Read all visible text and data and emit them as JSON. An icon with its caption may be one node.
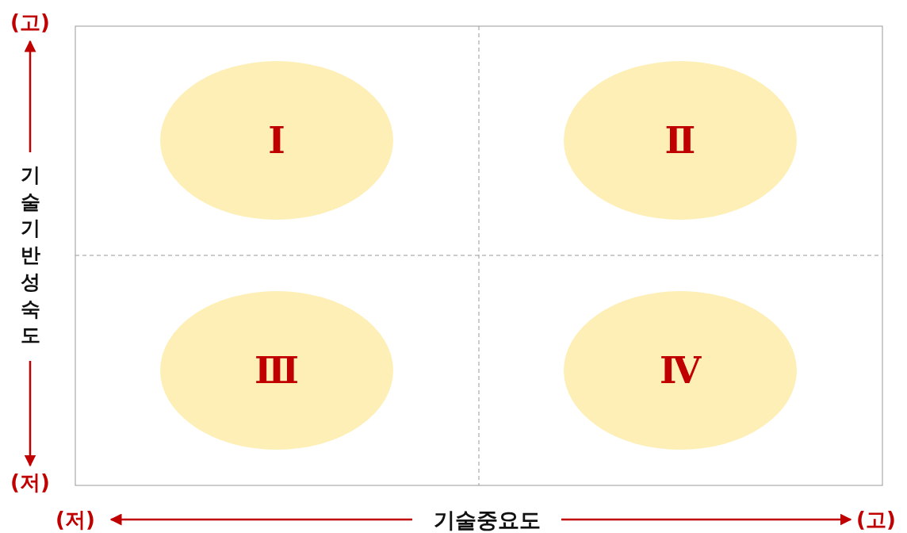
{
  "diagram": {
    "nodes": [
      {
        "text": [
          "Ⅰ"
        ]
      },
      {
        "text": [
          "Ⅱ"
        ]
      },
      {
        "text": [
          "Ⅲ"
        ]
      },
      {
        "text": [
          "Ⅳ"
        ]
      }
    ],
    "labels": [
      "(고)",
      "기술기반성숙도",
      "(저)",
      "(저)",
      "기술중요도",
      "(고)"
    ]
  }
}
